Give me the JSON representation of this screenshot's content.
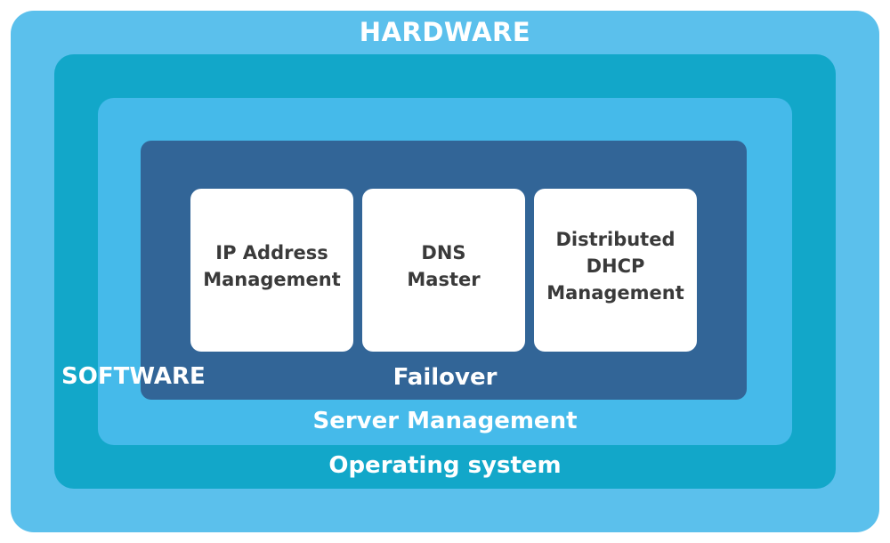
{
  "layers": {
    "hardware": {
      "label": "HARDWARE",
      "color": "#5bc0ec"
    },
    "software": {
      "label": "SOFTWARE"
    },
    "operating_system": {
      "label": "Operating system",
      "color": "#12a7c9"
    },
    "server_management": {
      "label": "Server Management",
      "color": "#45baea"
    },
    "failover": {
      "label": "Failover",
      "color": "#326597"
    }
  },
  "modules": [
    {
      "lines": [
        "IP Address",
        "Management"
      ]
    },
    {
      "lines": [
        "DNS",
        "Master"
      ]
    },
    {
      "lines": [
        "Distributed",
        "DHCP",
        "Management"
      ]
    }
  ]
}
